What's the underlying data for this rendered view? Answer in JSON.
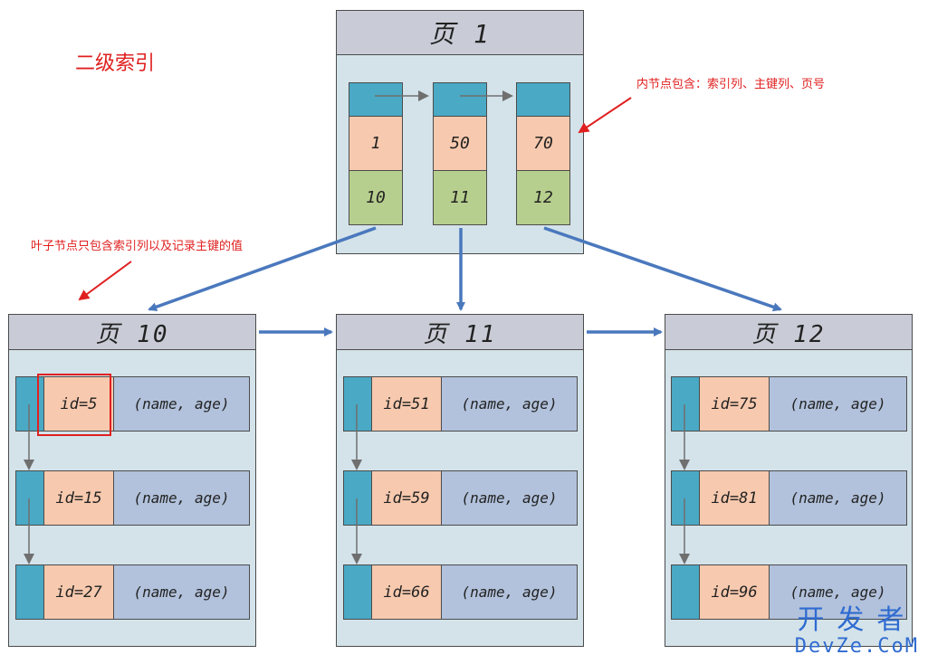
{
  "diagram": {
    "title": "二级索引",
    "internal_note": "内节点包含：索引列、主键列、页号",
    "leaf_note": "叶子节点只包含索引列以及记录主键的值",
    "root_page": {
      "label": "页 1",
      "entries": [
        {
          "key": "1",
          "page": "10"
        },
        {
          "key": "50",
          "page": "11"
        },
        {
          "key": "70",
          "page": "12"
        }
      ]
    },
    "leaf_pages": [
      {
        "label": "页 10",
        "records": [
          {
            "id": "id=5",
            "data": "(name, age)"
          },
          {
            "id": "id=15",
            "data": "(name, age)"
          },
          {
            "id": "id=27",
            "data": "(name, age)"
          }
        ]
      },
      {
        "label": "页 11",
        "records": [
          {
            "id": "id=51",
            "data": "(name, age)"
          },
          {
            "id": "id=59",
            "data": "(name, age)"
          },
          {
            "id": "id=66",
            "data": "(name, age)"
          }
        ]
      },
      {
        "label": "页 12",
        "records": [
          {
            "id": "id=75",
            "data": "(name, age)"
          },
          {
            "id": "id=81",
            "data": "(name, age)"
          },
          {
            "id": "id=96",
            "data": "(name, age)"
          }
        ]
      }
    ]
  },
  "watermark": {
    "line1": "开发者",
    "line2": "DevZe.CoM"
  },
  "colors": {
    "page_bg": "#d4e3ea",
    "header_bg": "#c9ccd6",
    "pointer": "#4aa9c5",
    "key": "#f7c9ae",
    "page_no": "#b7cf8e",
    "record_data": "#b2c2dc",
    "connector": "#4a78bd",
    "annotation": "#e02020"
  }
}
